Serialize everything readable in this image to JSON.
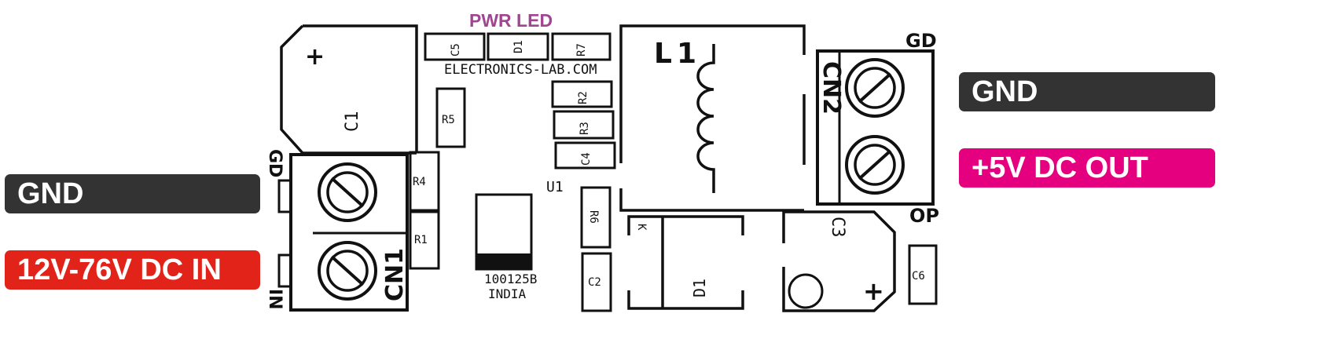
{
  "labels": {
    "gnd_left": "GND",
    "vin": "12V-76V DC IN",
    "gnd_right": "GND",
    "vout": "+5V DC OUT"
  },
  "colors": {
    "gnd": "#333333",
    "vin": "#e2231a",
    "vout": "#e4007e",
    "pwr_led": "#a0458f",
    "silk": "#111111"
  },
  "silkscreen": {
    "pwr_led": "PWR LED",
    "website": "ELECTRONICS-LAB.COM",
    "c1": "C1",
    "c1_plus": "+",
    "c5": "C5",
    "d1_top": "D1",
    "r7": "R7",
    "r5": "R5",
    "r2": "R2",
    "r3": "R3",
    "c4": "C4",
    "u1": "U1",
    "l1": "L1",
    "cn2": "CN2",
    "gd_right": "GD",
    "op": "OP",
    "gd_left": "GD",
    "in": "IN",
    "cn1": "CN1",
    "r4": "R4",
    "r1": "R1",
    "r6": "R6",
    "c2": "C2",
    "k": "K",
    "d1_bottom": "D1",
    "c3": "C3",
    "c3_plus": "+",
    "c6": "C6",
    "board_code": "100125B",
    "board_country": "INDIA"
  }
}
